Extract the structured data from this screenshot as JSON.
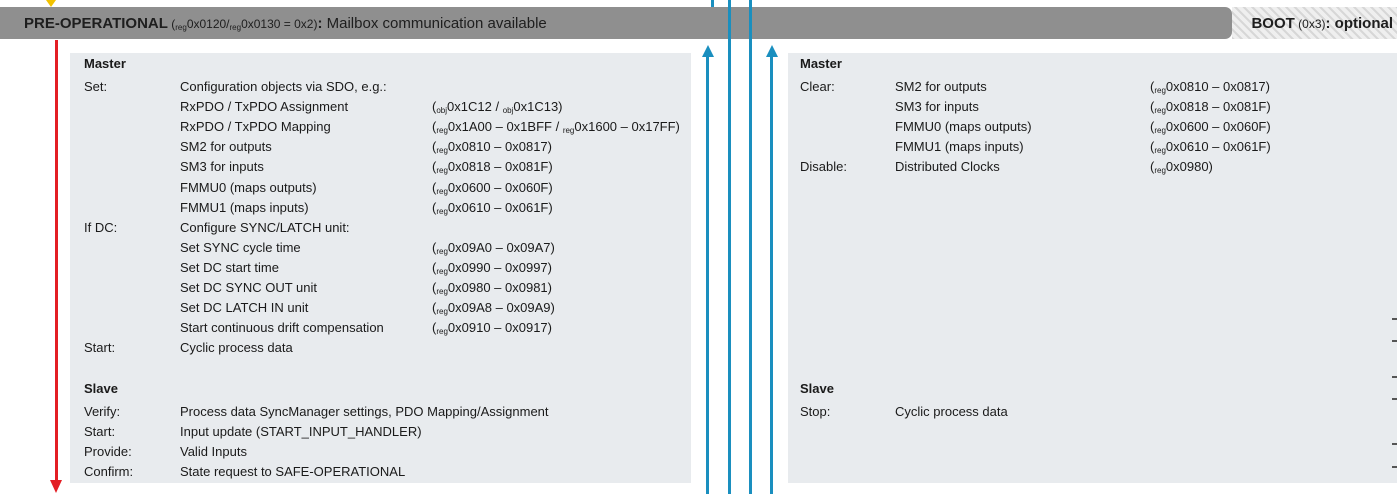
{
  "banner": {
    "state": "PRE-OPERATIONAL",
    "code_open": " (",
    "reg1_sub": "reg",
    "reg1": "0x0120/",
    "reg2_sub": "reg",
    "reg2": "0x0130 = 0x2)",
    "colon": ": ",
    "description": "Mailbox communication available"
  },
  "boot": {
    "state": "BOOT",
    "code": " (0x3)",
    "suffix": ": optional"
  },
  "left": {
    "master_heading": "Master",
    "slave_heading": "Slave",
    "rows": [
      {
        "label": "Set:",
        "text": "Configuration objects via SDO, e.g.:",
        "sub": "",
        "reg": ""
      },
      {
        "label": "",
        "text": "RxPDO / TxPDO Assignment",
        "sub": "obj",
        "reg": "0x1C12 / obj0x1C13)"
      },
      {
        "label": "",
        "text": "RxPDO / TxPDO Mapping",
        "sub": "reg",
        "reg": "0x1A00 – 0x1BFF / reg0x1600 – 0x17FF)"
      },
      {
        "label": "",
        "text": "SM2 for outputs",
        "sub": "reg",
        "reg": "0x0810 – 0x0817)"
      },
      {
        "label": "",
        "text": "SM3 for inputs",
        "sub": "reg",
        "reg": "0x0818 – 0x081F)"
      },
      {
        "label": "",
        "text": "FMMU0 (maps outputs)",
        "sub": "reg",
        "reg": "0x0600 – 0x060F)"
      },
      {
        "label": "",
        "text": "FMMU1 (maps inputs)",
        "sub": "reg",
        "reg": "0x0610 – 0x061F)"
      },
      {
        "label": "If DC:",
        "text": "Configure SYNC/LATCH unit:",
        "sub": "",
        "reg": ""
      },
      {
        "label": "",
        "text": "Set SYNC cycle time",
        "sub": "reg",
        "reg": "0x09A0 – 0x09A7)"
      },
      {
        "label": "",
        "text": "Set DC start time",
        "sub": "reg",
        "reg": "0x0990 – 0x0997)"
      },
      {
        "label": "",
        "text": "Set DC SYNC OUT unit",
        "sub": "reg",
        "reg": "0x0980 – 0x0981)"
      },
      {
        "label": "",
        "text": "Set DC LATCH IN unit",
        "sub": "reg",
        "reg": "0x09A8 – 0x09A9)"
      },
      {
        "label": "",
        "text": "Start continuous drift compensation",
        "sub": "reg",
        "reg": "0x0910 – 0x0917)"
      },
      {
        "label": "Start:",
        "text": "Cyclic process data",
        "sub": "",
        "reg": ""
      }
    ],
    "slave_rows": [
      {
        "label": "Verify:",
        "text": "Process data SyncManager settings, PDO Mapping/Assignment"
      },
      {
        "label": "Start:",
        "text": "Input update (START_INPUT_HANDLER)"
      },
      {
        "label": "Provide:",
        "text": "Valid Inputs"
      },
      {
        "label": "Confirm:",
        "text": "State request to SAFE-OPERATIONAL"
      }
    ]
  },
  "right": {
    "master_heading": "Master",
    "slave_heading": "Slave",
    "rows": [
      {
        "label": "Clear:",
        "text": "SM2 for outputs",
        "sub": "reg",
        "reg": "0x0810 – 0x0817)"
      },
      {
        "label": "",
        "text": "SM3 for inputs",
        "sub": "reg",
        "reg": "0x0818 – 0x081F)"
      },
      {
        "label": "",
        "text": "FMMU0 (maps outputs)",
        "sub": "reg",
        "reg": "0x0600 – 0x060F)"
      },
      {
        "label": "",
        "text": "FMMU1 (maps inputs)",
        "sub": "reg",
        "reg": "0x0610 – 0x061F)"
      },
      {
        "label": "Disable:",
        "text": "Distributed Clocks",
        "sub": "reg",
        "reg": "0x0980)"
      }
    ],
    "slave_rows": [
      {
        "label": "Stop:",
        "text": "Cyclic process data"
      }
    ]
  },
  "colors": {
    "banner": "#8f8f8f",
    "panel": "#e8ebee",
    "arrow_blue": "#1a8fbf",
    "arrow_red": "#e31e24",
    "marker_yellow": "#f2c200"
  }
}
